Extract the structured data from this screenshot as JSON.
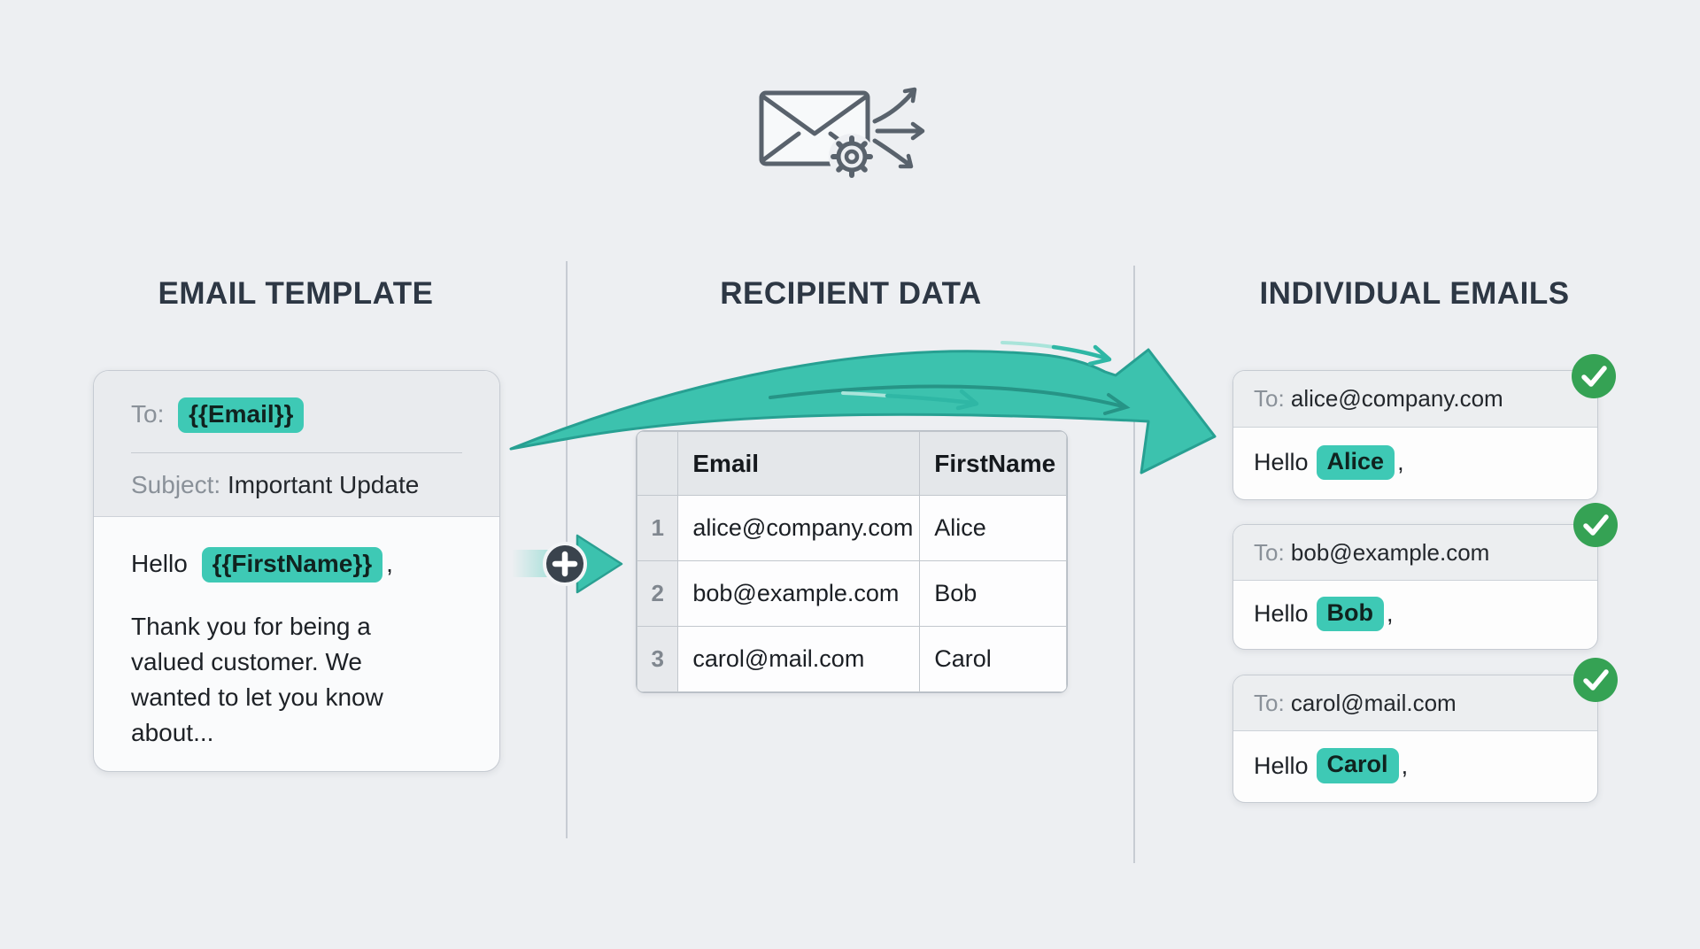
{
  "colors": {
    "background": "#edeff2",
    "accent_teal": "#3EC9B5",
    "arrow_teal": "#3CC2AE",
    "arrow_teal_dark": "#2AA092",
    "success_green": "#35A254",
    "heading_text": "#2D3744",
    "icon_gray": "#59626C"
  },
  "hero_icon": {
    "name": "envelope-gear-fanout"
  },
  "columns": {
    "template": {
      "heading": "EMAIL TEMPLATE",
      "card": {
        "to_label": "To:",
        "to_value": "{{Email}}",
        "subject_label": "Subject:",
        "subject_value": "Important Update",
        "greeting_prefix": "Hello",
        "greeting_variable": "{{FirstName}}",
        "greeting_suffix": ",",
        "body_text": "Thank you for being a valued customer. We wanted to let you know about..."
      }
    },
    "recipients": {
      "heading": "RECIPIENT DATA",
      "table": {
        "columns": [
          "Email",
          "FirstName"
        ],
        "rows": [
          {
            "num": "1",
            "email": "alice@company.com",
            "first_name": "Alice"
          },
          {
            "num": "2",
            "email": "bob@example.com",
            "first_name": "Bob"
          },
          {
            "num": "3",
            "email": "carol@mail.com",
            "first_name": "Carol"
          }
        ]
      }
    },
    "individual": {
      "heading": "INDIVIDUAL EMAILS",
      "emails": [
        {
          "to_label": "To:",
          "to_value": "alice@company.com",
          "greeting_prefix": "Hello",
          "name": "Alice",
          "greeting_suffix": ","
        },
        {
          "to_label": "To:",
          "to_value": "bob@example.com",
          "greeting_prefix": "Hello",
          "name": "Bob",
          "greeting_suffix": ","
        },
        {
          "to_label": "To:",
          "to_value": "carol@mail.com",
          "greeting_prefix": "Hello",
          "name": "Carol",
          "greeting_suffix": ","
        }
      ]
    }
  }
}
